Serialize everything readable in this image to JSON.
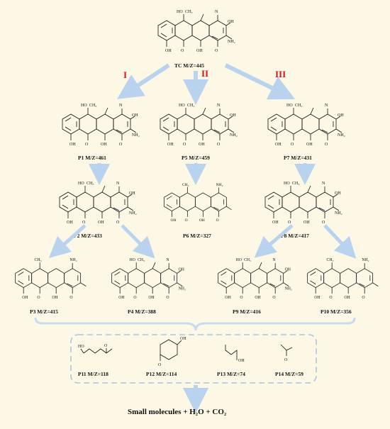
{
  "pathways": [
    "I",
    "II",
    "III"
  ],
  "compounds": [
    {
      "id": "TC",
      "text": "TC  M/Z=445"
    },
    {
      "id": "P1",
      "text": "P1  M/Z=461"
    },
    {
      "id": "P5",
      "text": "P5  M/Z=459"
    },
    {
      "id": "P7",
      "text": "P7  M/Z=431"
    },
    {
      "id": "P2",
      "text": "P2  M/Z=433"
    },
    {
      "id": "P6",
      "text": "P6  M/Z=327"
    },
    {
      "id": "P8",
      "text": "P8  M/Z=417"
    },
    {
      "id": "P3",
      "text": "P3  M/Z=415"
    },
    {
      "id": "P4",
      "text": "P4  M/Z=388"
    },
    {
      "id": "P9",
      "text": "P9  M/Z=416"
    },
    {
      "id": "P10",
      "text": "P10  M/Z=356"
    },
    {
      "id": "P11",
      "text": "P11  M/Z=118"
    },
    {
      "id": "P12",
      "text": "P12  M/Z=114"
    },
    {
      "id": "P13",
      "text": "P13  M/Z=74"
    },
    {
      "id": "P14",
      "text": "P14  M/Z=59"
    }
  ],
  "final_products": "Small molecules + H₂O + CO₂",
  "colors": {
    "background": "#fdf8e6",
    "arrow": "#b9d3ee",
    "box_border": "#a9c4e4",
    "pathway_label": "#d0141e"
  }
}
